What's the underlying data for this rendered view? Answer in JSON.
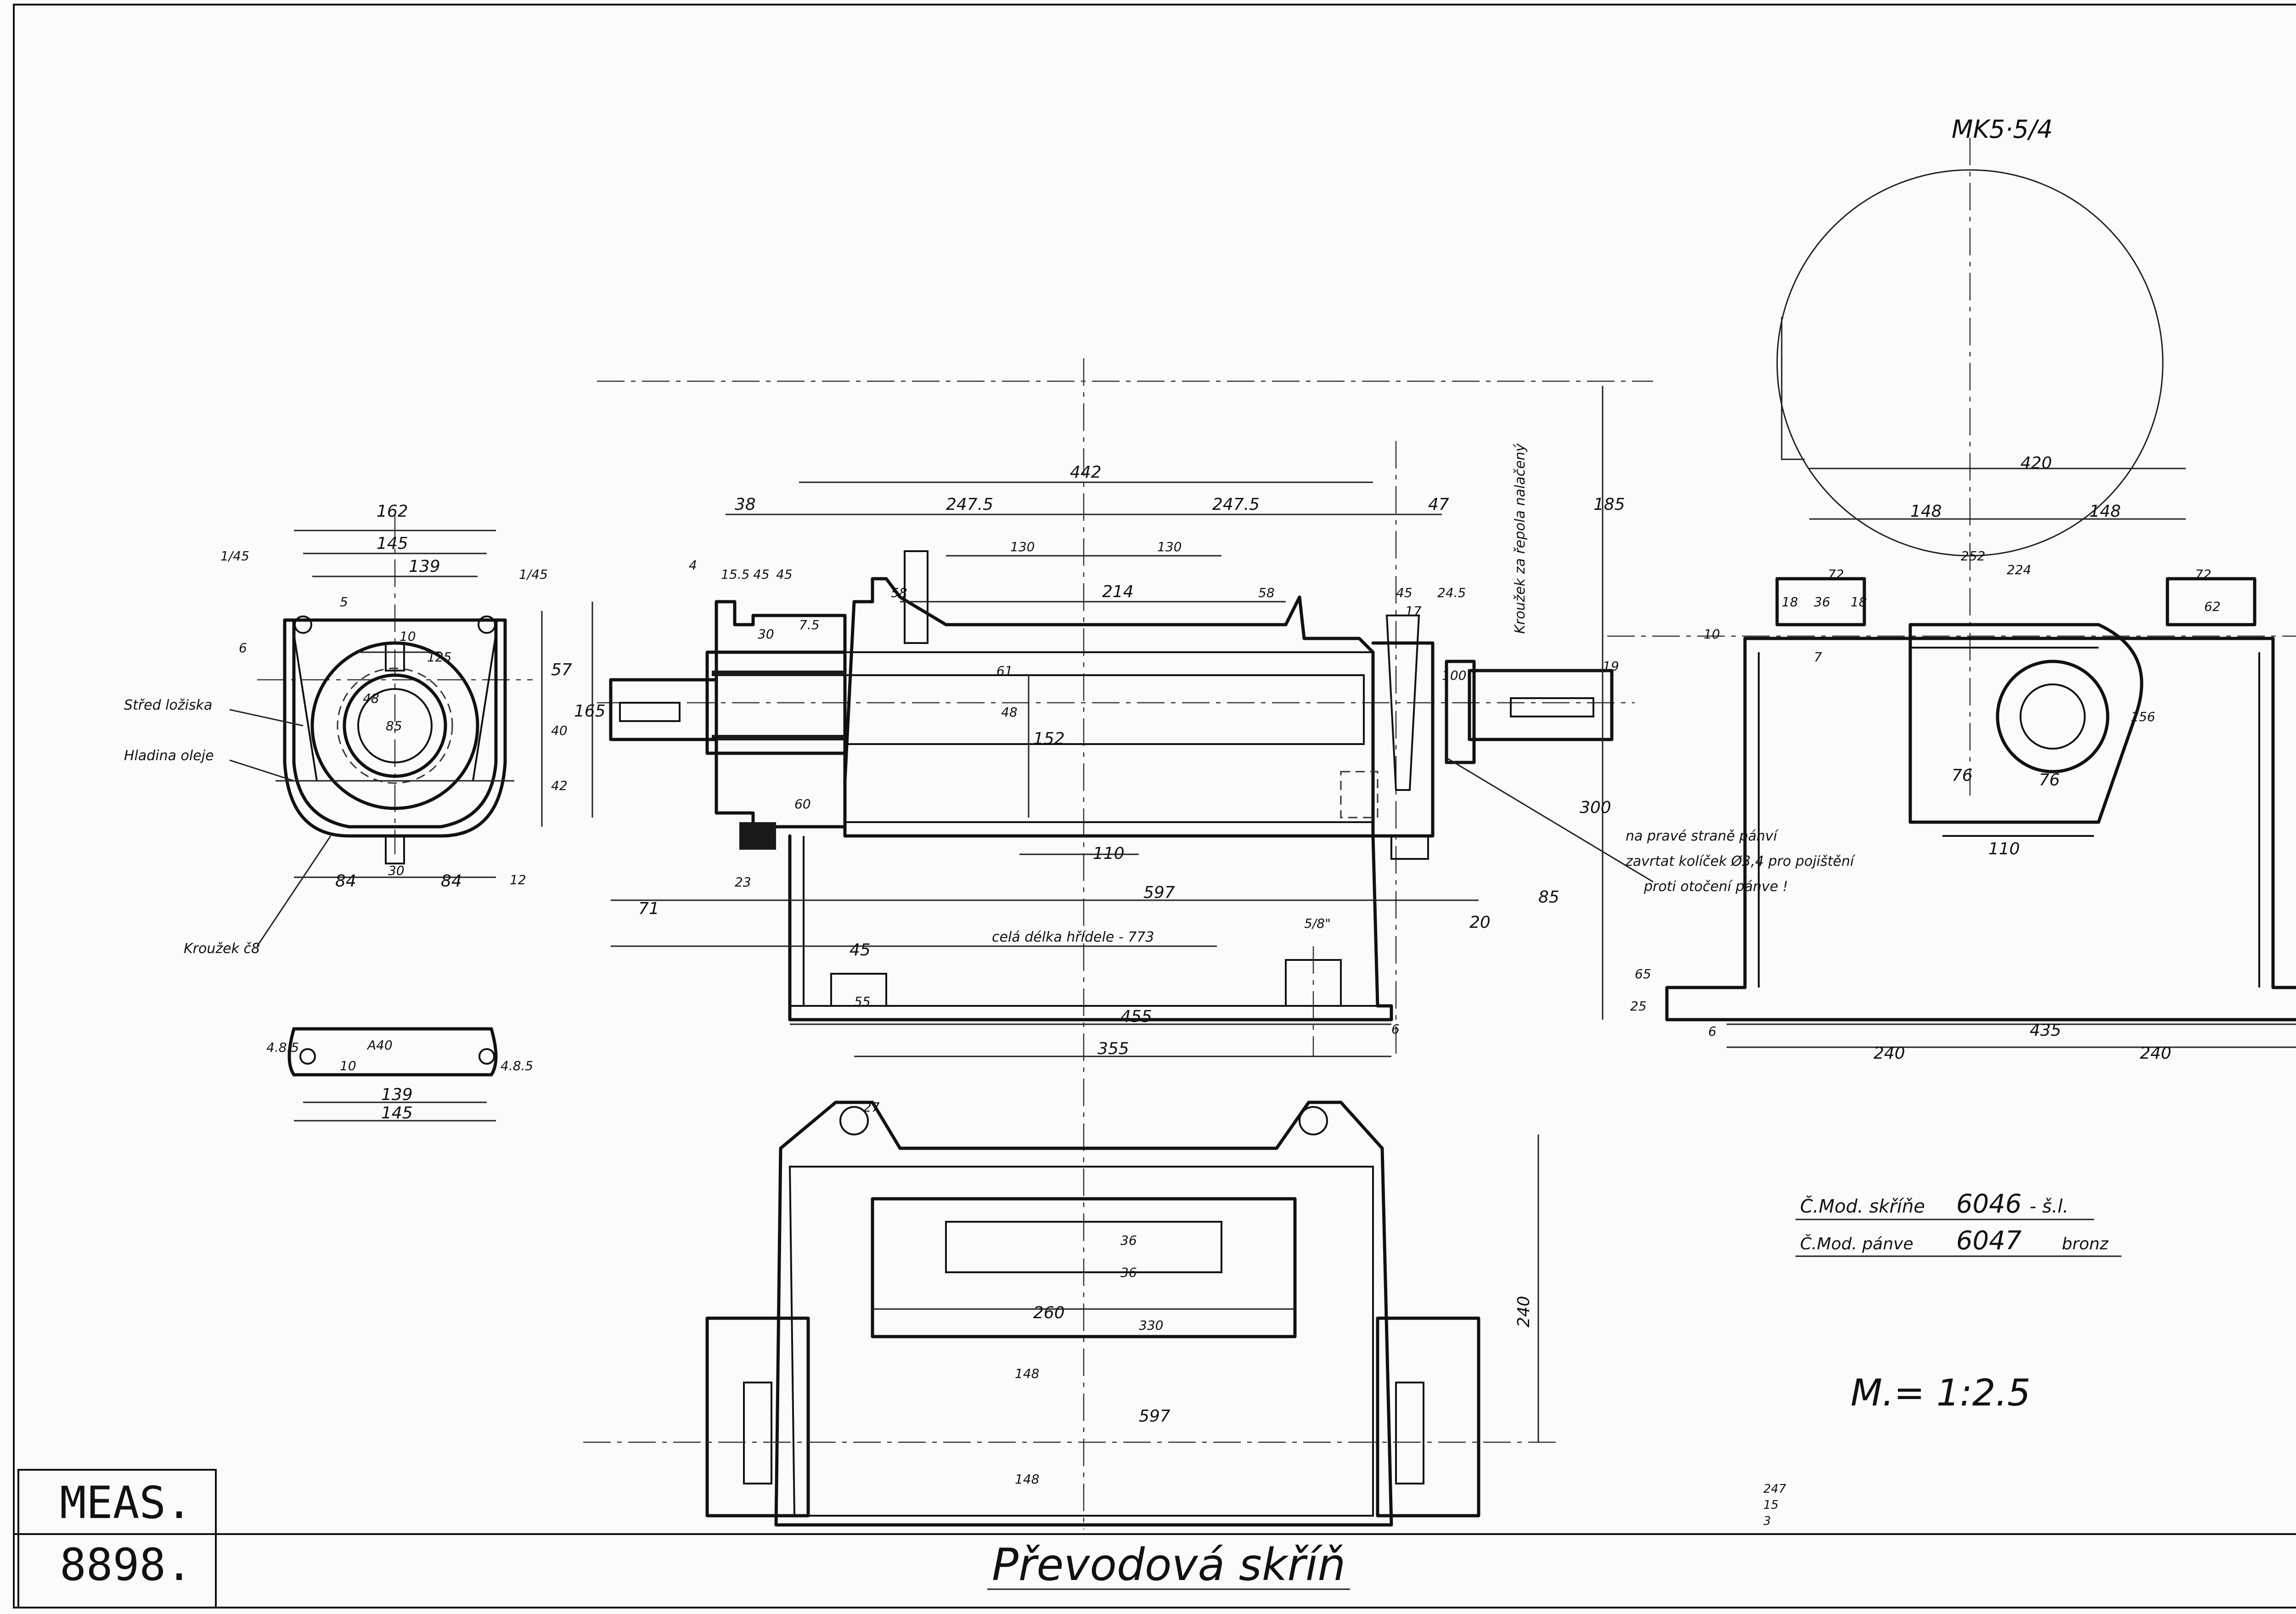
{
  "title_block": {
    "title": "Převodová skříň",
    "scale": "M.= 1:2.5"
  },
  "stamp": {
    "line1": "MEAS.",
    "line2": "8898."
  },
  "model_numbers": [
    {
      "label": "Č.Mod. skříňe",
      "number": "6046",
      "material": "- š.l."
    },
    {
      "label": "Č.Mod. pánve",
      "number": "6047",
      "material": "bronz"
    }
  ],
  "motor_label": "MK5·5/4",
  "notes": {
    "bearing_center": "Střed ložiska",
    "oil_level": "Hladina oleje",
    "ring": "Kroužek č8",
    "ring_note": "Kroužek za řepola nalačený",
    "pin_note": [
      "na pravé straně pánví",
      "zavrtat kolíček Ø3,4 pro pojištění",
      "proti otočení pánve !"
    ],
    "total_length": "celá délka hřídele - 773"
  },
  "dimensions": {
    "end_view": [
      "162",
      "145",
      "139",
      "10",
      "125",
      "48",
      "85",
      "57",
      "40",
      "42",
      "84",
      "30",
      "84",
      "12",
      "1/45",
      "1/45",
      "6",
      "5"
    ],
    "plate": [
      "A40",
      "139",
      "145",
      "4.8.5",
      "4.8.5",
      "10"
    ],
    "front_view": [
      "442",
      "247.5",
      "247.5",
      "38",
      "47",
      "130",
      "130",
      "58",
      "214",
      "58",
      "45",
      "24.5",
      "45",
      "17",
      "152",
      "48",
      "61",
      "165",
      "110",
      "597",
      "71",
      "85",
      "20",
      "455",
      "355",
      "45",
      "55",
      "6",
      "185",
      "300",
      "30",
      "15.5",
      "45",
      "7.5",
      "4",
      "23",
      "60",
      "100",
      "19",
      "5/8\""
    ],
    "side_view": [
      "420",
      "148",
      "148",
      "224",
      "252",
      "72",
      "72",
      "62",
      "18",
      "36",
      "18",
      "10",
      "7",
      "76",
      "76",
      "156",
      "110",
      "435",
      "240",
      "240",
      "6",
      "25",
      "65"
    ],
    "top_view": [
      "597",
      "240",
      "330",
      "260",
      "36",
      "36",
      "148",
      "148",
      "27"
    ]
  },
  "handwriting_small": [
    "247",
    "15",
    "3"
  ]
}
